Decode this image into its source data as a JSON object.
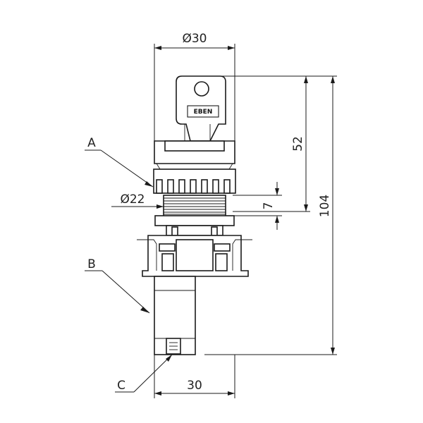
{
  "dimensions": {
    "diameter_top": "Ø30",
    "diameter_thread": "Ø22",
    "height_key": "52",
    "thread_len": "7",
    "total_height": "104",
    "width_bottom": "30"
  },
  "callouts": {
    "a": "A",
    "b": "B",
    "c": "C"
  },
  "logo": {
    "text": "EBEN"
  }
}
